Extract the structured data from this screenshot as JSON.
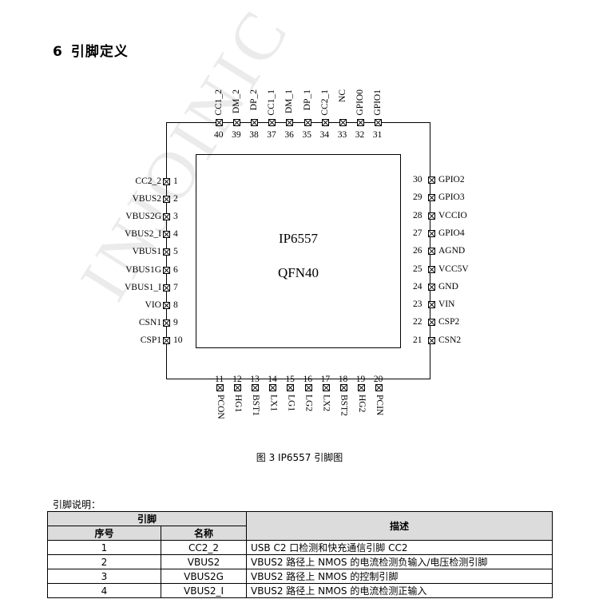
{
  "heading": {
    "number": "6",
    "title": "引脚定义"
  },
  "chip": {
    "name": "IP6557",
    "package": "QFN40"
  },
  "pins_left": [
    {
      "num": "1",
      "name": "CC2_2"
    },
    {
      "num": "2",
      "name": "VBUS2"
    },
    {
      "num": "3",
      "name": "VBUS2G"
    },
    {
      "num": "4",
      "name": "VBUS2_I"
    },
    {
      "num": "5",
      "name": "VBUS1"
    },
    {
      "num": "6",
      "name": "VBUS1G"
    },
    {
      "num": "7",
      "name": "VBUS1_I"
    },
    {
      "num": "8",
      "name": "VIO"
    },
    {
      "num": "9",
      "name": "CSN1"
    },
    {
      "num": "10",
      "name": "CSP1"
    }
  ],
  "pins_bottom": [
    {
      "num": "11",
      "name": "PCON"
    },
    {
      "num": "12",
      "name": "HG1"
    },
    {
      "num": "13",
      "name": "BST1"
    },
    {
      "num": "14",
      "name": "LX1"
    },
    {
      "num": "15",
      "name": "LG1"
    },
    {
      "num": "16",
      "name": "LG2"
    },
    {
      "num": "17",
      "name": "LX2"
    },
    {
      "num": "18",
      "name": "BST2"
    },
    {
      "num": "19",
      "name": "HG2"
    },
    {
      "num": "20",
      "name": "PCIN"
    }
  ],
  "pins_right": [
    {
      "num": "30",
      "name": "GPIO2"
    },
    {
      "num": "29",
      "name": "GPIO3"
    },
    {
      "num": "28",
      "name": "VCCIO"
    },
    {
      "num": "27",
      "name": "GPIO4"
    },
    {
      "num": "26",
      "name": "AGND"
    },
    {
      "num": "25",
      "name": "VCC5V"
    },
    {
      "num": "24",
      "name": "GND"
    },
    {
      "num": "23",
      "name": "VIN"
    },
    {
      "num": "22",
      "name": "CSP2"
    },
    {
      "num": "21",
      "name": "CSN2"
    }
  ],
  "pins_top": [
    {
      "num": "40",
      "name": "CC1_2"
    },
    {
      "num": "39",
      "name": "DM_2"
    },
    {
      "num": "38",
      "name": "DP_2"
    },
    {
      "num": "37",
      "name": "CC1_1"
    },
    {
      "num": "36",
      "name": "DM_1"
    },
    {
      "num": "35",
      "name": "DP_1"
    },
    {
      "num": "34",
      "name": "CC2_1"
    },
    {
      "num": "33",
      "name": "NC"
    },
    {
      "num": "32",
      "name": "GPIO0"
    },
    {
      "num": "31",
      "name": "GPIO1"
    }
  ],
  "caption": "图 3   IP6557 引脚图",
  "watermark": "INJOINIC Corp.",
  "table_intro": "引脚说明：",
  "table": {
    "group_header": "引脚",
    "col_no": "序号",
    "col_name": "名称",
    "col_desc": "描述",
    "rows": [
      {
        "no": "1",
        "name": "CC2_2",
        "desc": "USB C2 口检测和快充通信引脚 CC2"
      },
      {
        "no": "2",
        "name": "VBUS2",
        "desc": "VBUS2 路径上 NMOS 的电流检测负输入/电压检测引脚"
      },
      {
        "no": "3",
        "name": "VBUS2G",
        "desc": "VBUS2 路径上 NMOS 的控制引脚"
      },
      {
        "no": "4",
        "name": "VBUS2_I",
        "desc": "VBUS2 路径上 NMOS 的电流检测正输入"
      }
    ]
  }
}
